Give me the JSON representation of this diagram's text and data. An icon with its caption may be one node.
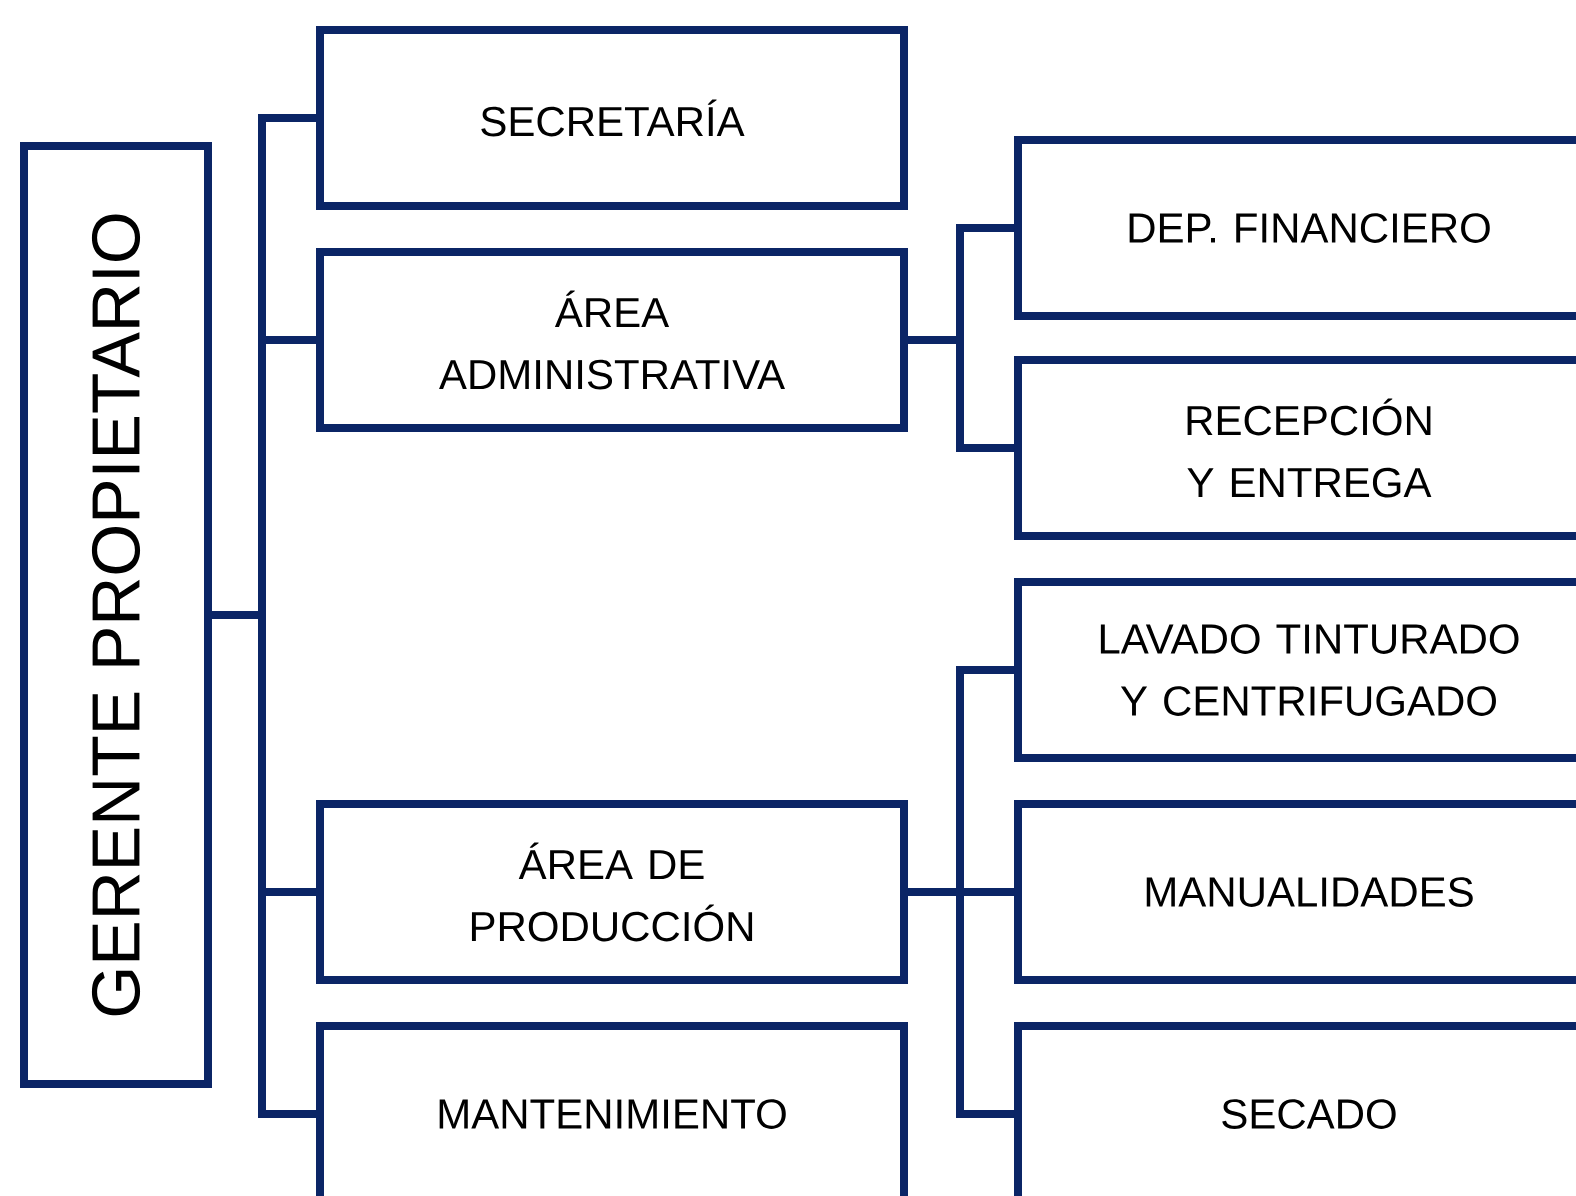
{
  "diagram": {
    "nodes": [
      {
        "text": [
          "GERENTE PROPIETARIO"
        ]
      },
      {
        "text": [
          "SECRETARÍA"
        ]
      },
      {
        "text": [
          "ÁREA ADMINISTRATIVA"
        ]
      },
      {
        "text": [
          "DEP. FINANCIERO"
        ]
      },
      {
        "text": [
          "RECEPCIÓN Y ENTREGA"
        ]
      },
      {
        "text": [
          "ÁREA DE PRODUCCIÓN"
        ]
      },
      {
        "text": [
          "LAVADO TINTURADO Y CENTRIFUGADO"
        ]
      },
      {
        "text": [
          "MANUALIDADES"
        ]
      },
      {
        "text": [
          "SECADO"
        ]
      },
      {
        "text": [
          "MANTENIMIENTO"
        ]
      }
    ],
    "edges": [
      {
        "from": 0,
        "to": 1,
        "arrow": "none"
      },
      {
        "from": 0,
        "to": 2,
        "arrow": "none"
      },
      {
        "from": 0,
        "to": 5,
        "arrow": "none"
      },
      {
        "from": 0,
        "to": 9,
        "arrow": "none"
      },
      {
        "from": 2,
        "to": 3,
        "arrow": "none"
      },
      {
        "from": 2,
        "to": 4,
        "arrow": "none"
      },
      {
        "from": 5,
        "to": 6,
        "arrow": "none"
      },
      {
        "from": 5,
        "to": 7,
        "arrow": "none"
      },
      {
        "from": 5,
        "to": 8,
        "arrow": "none"
      }
    ]
  }
}
